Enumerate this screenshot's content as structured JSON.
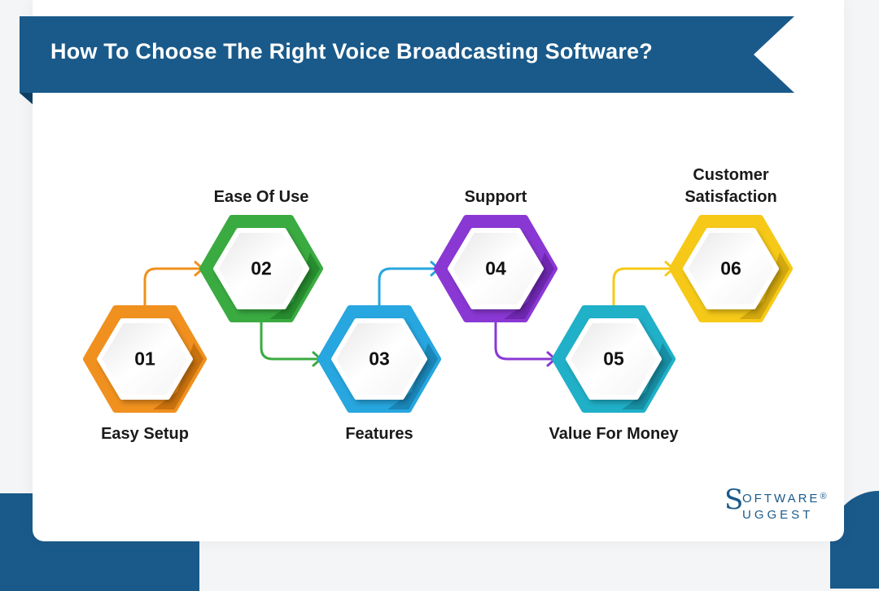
{
  "header": {
    "title": "How To Choose The Right Voice Broadcasting Software?",
    "ribbon_color": "#1a5a8a"
  },
  "steps": [
    {
      "number": "01",
      "label": "Easy Setup",
      "color": "#f0901e",
      "shade": "#c56f0c",
      "label_position": "below"
    },
    {
      "number": "02",
      "label": "Ease Of Use",
      "color": "#3aab41",
      "shade": "#268a2d",
      "label_position": "above"
    },
    {
      "number": "03",
      "label": "Features",
      "color": "#27a6df",
      "shade": "#1a84b5",
      "label_position": "below"
    },
    {
      "number": "04",
      "label": "Support",
      "color": "#8a38d4",
      "shade": "#6b26ad",
      "label_position": "above"
    },
    {
      "number": "05",
      "label": "Value For Money",
      "color": "#20b0c8",
      "shade": "#168ca0",
      "label_position": "below"
    },
    {
      "number": "06",
      "label_line1": "Customer",
      "label_line2": "Satisfaction",
      "color": "#f6c918",
      "shade": "#cfa50d",
      "label_position": "above"
    }
  ],
  "connectors": [
    {
      "from": "01",
      "to": "02",
      "color": "#f0901e"
    },
    {
      "from": "02",
      "to": "03",
      "color": "#3aab41"
    },
    {
      "from": "03",
      "to": "04",
      "color": "#27a6df"
    },
    {
      "from": "04",
      "to": "05",
      "color": "#8a38d4"
    },
    {
      "from": "05",
      "to": "06",
      "color": "#f6c918"
    }
  ],
  "brand": {
    "line1_initial": "S",
    "line1": "OFTWARE",
    "registered": "®",
    "line2": "UGGEST"
  }
}
